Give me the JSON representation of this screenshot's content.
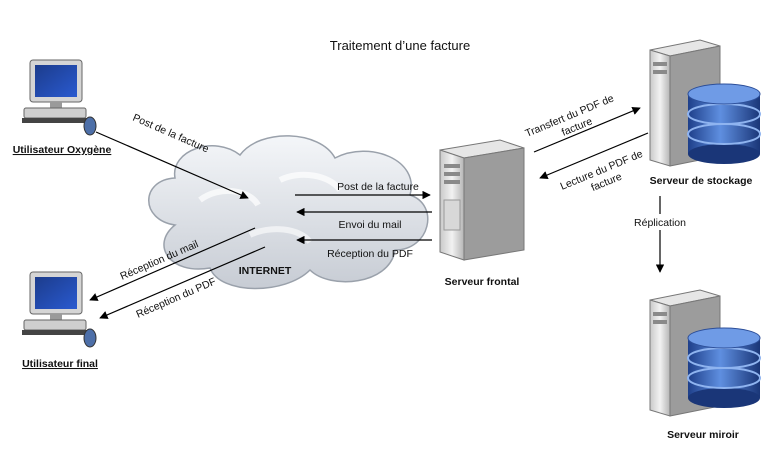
{
  "diagram": {
    "title": "Traitement d’une facture",
    "nodes": {
      "user_oxygene": "Utilisateur Oxygène",
      "user_final": "Utilisateur final",
      "internet": "INTERNET",
      "front_server": "Serveur frontal",
      "storage_server": "Serveur de stockage",
      "mirror_server": "Serveur miroir"
    },
    "edges": {
      "post_facture_user": "Post de la facture",
      "post_facture_front": "Post de la facture",
      "envoi_mail": "Envoi du mail",
      "reception_pdf_front": "Réception du PDF",
      "reception_mail": "Réception du mail",
      "reception_pdf_user": "Réception du PDF",
      "transfert_pdf_line1": "Transfert du PDF de",
      "transfert_pdf_line2": "facture",
      "lecture_pdf_line1": "Lecture du PDF de",
      "lecture_pdf_line2": "facture",
      "replication": "Réplication"
    },
    "icons": {
      "computer": "desktop-computer-icon",
      "server": "tower-server-icon",
      "database": "database-cylinder-icon",
      "cloud": "cloud-icon"
    }
  }
}
